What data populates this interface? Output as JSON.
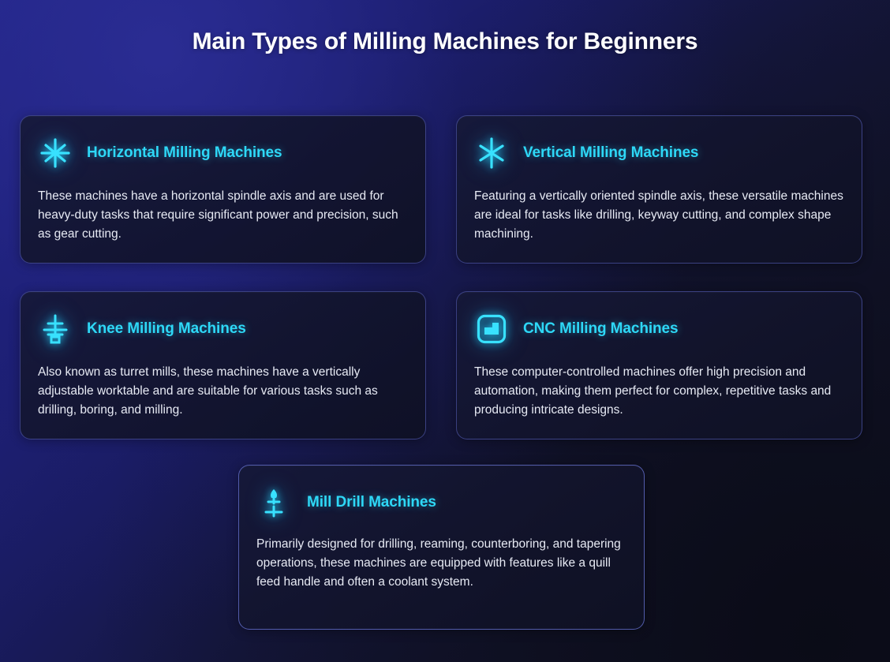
{
  "page": {
    "title": "Main Types of Milling Machines for Beginners",
    "accent_color": "#2ed8f7",
    "title_color": "#ffffff",
    "background_from": "#252890",
    "background_to": "#101120",
    "card_background": "#161938",
    "card_border": "#5c66c8"
  },
  "cards": [
    {
      "icon": "horizontal-spindle-asterisk-icon",
      "title": "Horizontal Milling Machines",
      "body": "These machines have a horizontal spindle axis and are used for heavy-duty tasks that require significant power and precision, such as gear cutting."
    },
    {
      "icon": "vertical-spindle-asterisk-icon",
      "title": "Vertical Milling Machines",
      "body": "Featuring a vertically oriented spindle axis, these versatile machines are ideal for tasks like drilling, keyway cutting, and complex shape machining."
    },
    {
      "icon": "knee-mill-column-icon",
      "title": "Knee Milling Machines",
      "body": "Also known as turret mills, these machines have a vertically adjustable worktable and are suitable for various tasks such as drilling, boring, and milling."
    },
    {
      "icon": "cnc-screen-icon",
      "title": "CNC Milling Machines",
      "body": "These computer-controlled machines offer high precision and automation, making them perfect for complex, repetitive tasks and producing intricate designs."
    },
    {
      "icon": "mill-drill-quill-icon",
      "title": "Mill Drill Machines",
      "body": "Primarily designed for drilling, reaming, counterboring, and tapering operations, these machines are equipped with features like a quill feed handle and often a coolant system."
    }
  ]
}
